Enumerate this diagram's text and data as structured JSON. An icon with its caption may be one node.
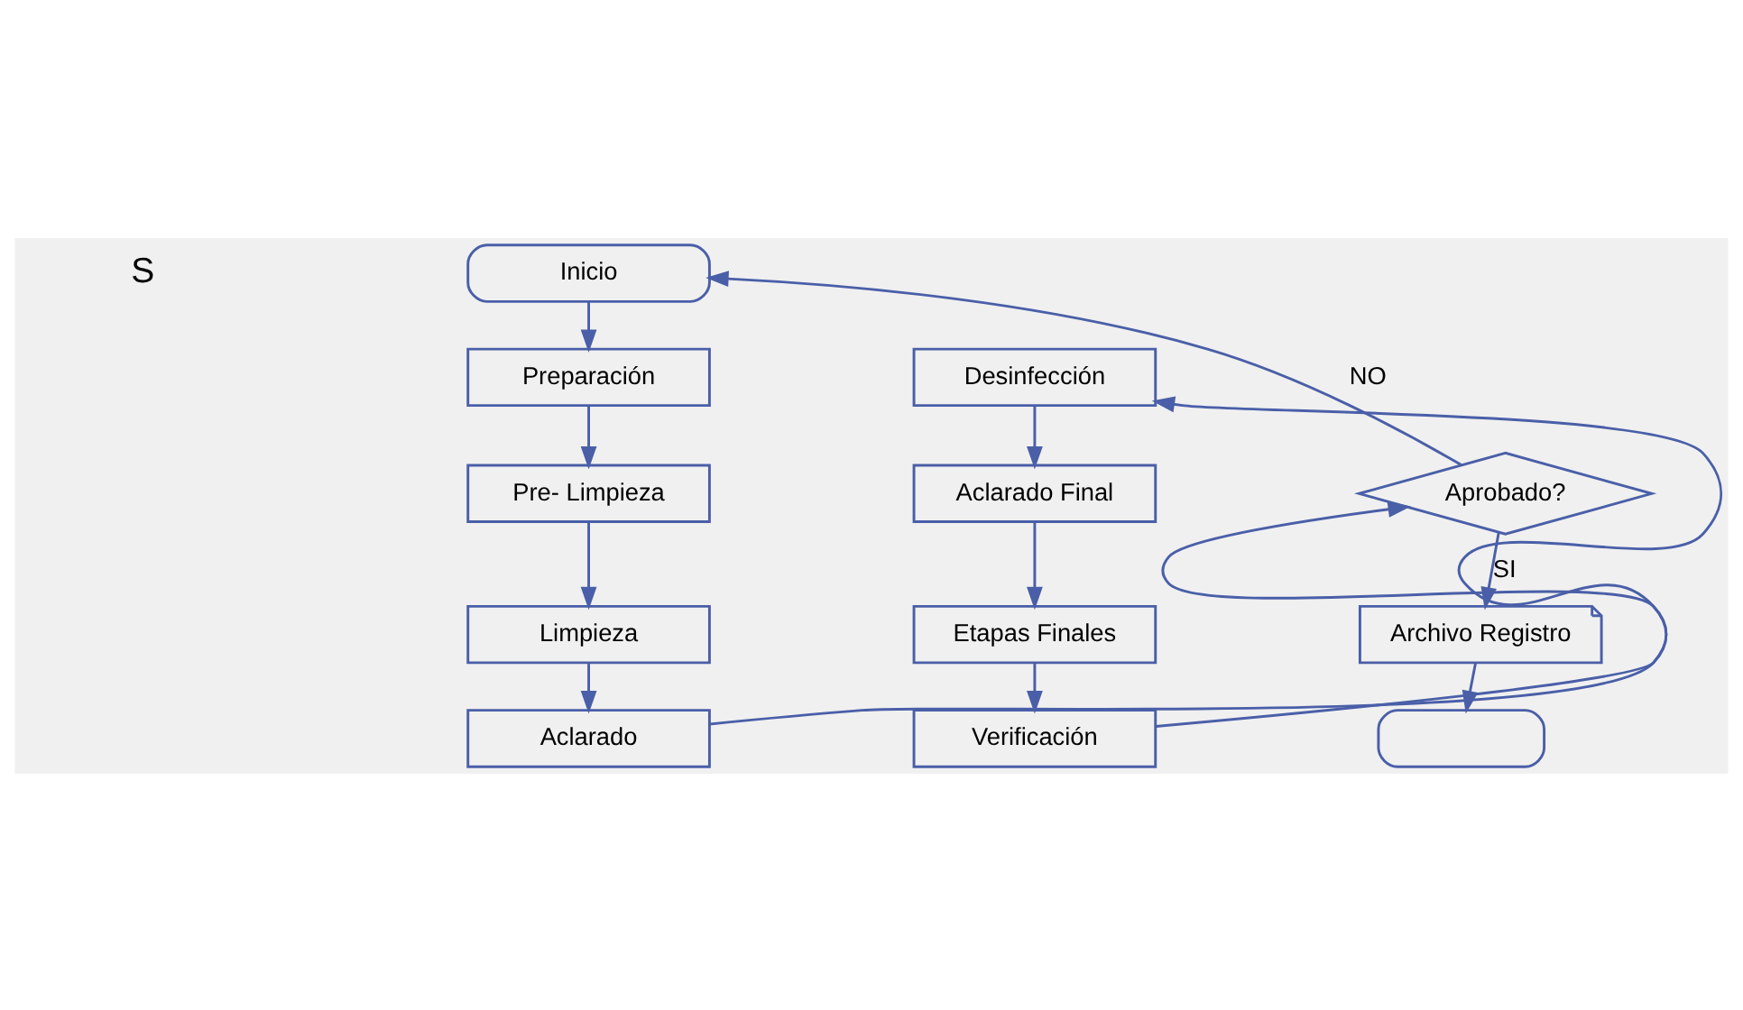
{
  "diagram": {
    "nodes": [
      {
        "text": [
          "Inicio"
        ]
      },
      {
        "text": [
          "Preparación"
        ]
      },
      {
        "text": [
          "Pre- Limpieza"
        ]
      },
      {
        "text": [
          "Limpieza"
        ]
      },
      {
        "text": [
          "Aclarado"
        ]
      },
      {
        "text": [
          "Desinfección"
        ]
      },
      {
        "text": [
          "Aclarado Final"
        ]
      },
      {
        "text": [
          "Etapas Finales"
        ]
      },
      {
        "text": [
          "Verificación"
        ]
      },
      {
        "text": [
          "Aprobado?"
        ]
      },
      {
        "text": [
          "Archivo Registro"
        ]
      },
      {
        "text": [],
        "shape": "box"
      }
    ],
    "edges": [
      {
        "from": 0,
        "to": 1,
        "arrow": "to"
      },
      {
        "from": 1,
        "to": 2,
        "arrow": "to"
      },
      {
        "from": 2,
        "to": 3,
        "arrow": "to"
      },
      {
        "from": 3,
        "to": 4,
        "arrow": "to"
      },
      {
        "from": 4,
        "to": 5,
        "arrow": "to"
      },
      {
        "from": 5,
        "to": 6,
        "arrow": "to"
      },
      {
        "from": 6,
        "to": 7,
        "arrow": "to"
      },
      {
        "from": 7,
        "to": 8,
        "arrow": "to"
      },
      {
        "from": 8,
        "to": 9,
        "arrow": "to"
      },
      {
        "from": 9,
        "to": 10,
        "label": "SI",
        "arrow": "to"
      },
      {
        "from": 9,
        "to": 0,
        "label": "NO",
        "arrow": "to"
      },
      {
        "from": 10,
        "to": 11,
        "arrow": "to"
      }
    ],
    "labels": [
      "S"
    ]
  }
}
